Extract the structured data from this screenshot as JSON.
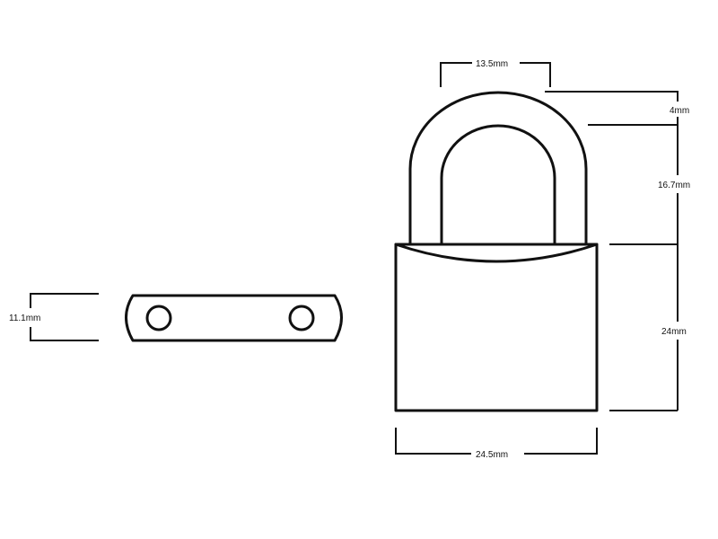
{
  "diagram": {
    "line_color": "#111111",
    "background": "#ffffff",
    "dimensions": {
      "shackle_width": "13.5mm",
      "shackle_thickness": "4mm",
      "shackle_clearance": "16.7mm",
      "body_height": "24mm",
      "body_width": "24.5mm",
      "plate_width": "11.1mm"
    }
  }
}
